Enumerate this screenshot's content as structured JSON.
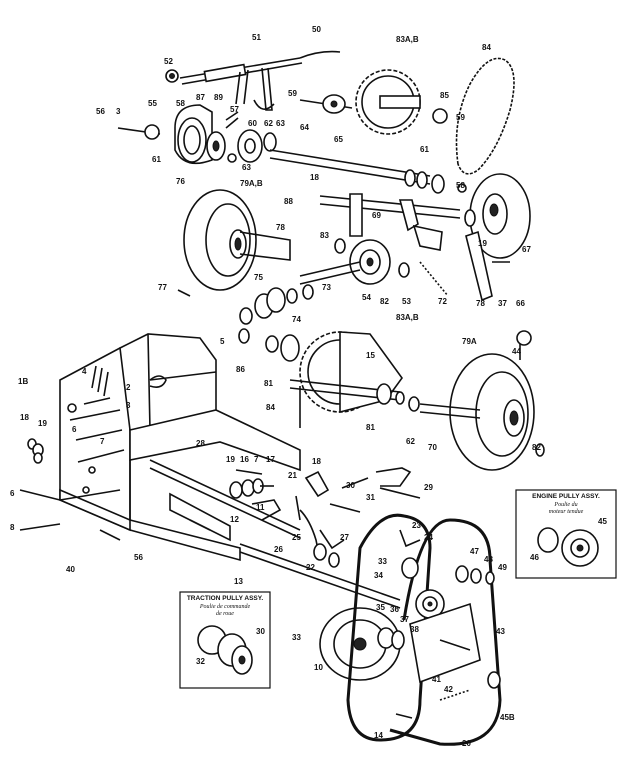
{
  "part_numbers": [
    {
      "t": "51"
    },
    {
      "t": "50"
    },
    {
      "t": "83A,B"
    },
    {
      "t": "84"
    },
    {
      "t": "52"
    },
    {
      "t": "56"
    },
    {
      "t": "3"
    },
    {
      "t": "55"
    },
    {
      "t": "58"
    },
    {
      "t": "87"
    },
    {
      "t": "89"
    },
    {
      "t": "57"
    },
    {
      "t": "60"
    },
    {
      "t": "62"
    },
    {
      "t": "63"
    },
    {
      "t": "64"
    },
    {
      "t": "61"
    },
    {
      "t": "63"
    },
    {
      "t": "76"
    },
    {
      "t": "65"
    },
    {
      "t": "59"
    },
    {
      "t": "61"
    },
    {
      "t": "85"
    },
    {
      "t": "59"
    },
    {
      "t": "79A,B"
    },
    {
      "t": "18"
    },
    {
      "t": "88"
    },
    {
      "t": "58"
    },
    {
      "t": "67"
    },
    {
      "t": "78"
    },
    {
      "t": "69"
    },
    {
      "t": "19"
    },
    {
      "t": "83"
    },
    {
      "t": "77"
    },
    {
      "t": "75"
    },
    {
      "t": "73"
    },
    {
      "t": "74"
    },
    {
      "t": "54"
    },
    {
      "t": "82"
    },
    {
      "t": "53"
    },
    {
      "t": "72"
    },
    {
      "t": "78"
    },
    {
      "t": "37"
    },
    {
      "t": "66"
    },
    {
      "t": "1B"
    },
    {
      "t": "5"
    },
    {
      "t": "4"
    },
    {
      "t": "2"
    },
    {
      "t": "3"
    },
    {
      "t": "19"
    },
    {
      "t": "6"
    },
    {
      "t": "7"
    },
    {
      "t": "18"
    },
    {
      "t": "28"
    },
    {
      "t": "86"
    },
    {
      "t": "81"
    },
    {
      "t": "84"
    },
    {
      "t": "15"
    },
    {
      "t": "83A,B"
    },
    {
      "t": "79A"
    },
    {
      "t": "44"
    },
    {
      "t": "81"
    },
    {
      "t": "62"
    },
    {
      "t": "70"
    },
    {
      "t": "82"
    },
    {
      "t": "19"
    },
    {
      "t": "16"
    },
    {
      "t": "7"
    },
    {
      "t": "17"
    },
    {
      "t": "21"
    },
    {
      "t": "18"
    },
    {
      "t": "30"
    },
    {
      "t": "31"
    },
    {
      "t": "29"
    },
    {
      "t": "6"
    },
    {
      "t": "8"
    },
    {
      "t": "40"
    },
    {
      "t": "56"
    },
    {
      "t": "12"
    },
    {
      "t": "11"
    },
    {
      "t": "26"
    },
    {
      "t": "25"
    },
    {
      "t": "27"
    },
    {
      "t": "22"
    },
    {
      "t": "23"
    },
    {
      "t": "24"
    },
    {
      "t": "13"
    },
    {
      "t": "33"
    },
    {
      "t": "34"
    },
    {
      "t": "47"
    },
    {
      "t": "48"
    },
    {
      "t": "49"
    },
    {
      "t": "35"
    },
    {
      "t": "36"
    },
    {
      "t": "37"
    },
    {
      "t": "38"
    },
    {
      "t": "10"
    },
    {
      "t": "33"
    },
    {
      "t": "41"
    },
    {
      "t": "42"
    },
    {
      "t": "43"
    },
    {
      "t": "45B"
    },
    {
      "t": "14"
    },
    {
      "t": "20"
    },
    {
      "t": "32"
    },
    {
      "t": "30"
    },
    {
      "t": "46"
    },
    {
      "t": "45"
    }
  ],
  "engine_pulley": {
    "title": "ENGINE PULLY ASSY.",
    "subtitle_1": "Poulie du",
    "subtitle_2": "moteur tendue"
  },
  "traction_pulley": {
    "title": "TRACTION PULLY ASSY.",
    "subtitle_1": "Poulie de commande",
    "subtitle_2": "de roue"
  }
}
